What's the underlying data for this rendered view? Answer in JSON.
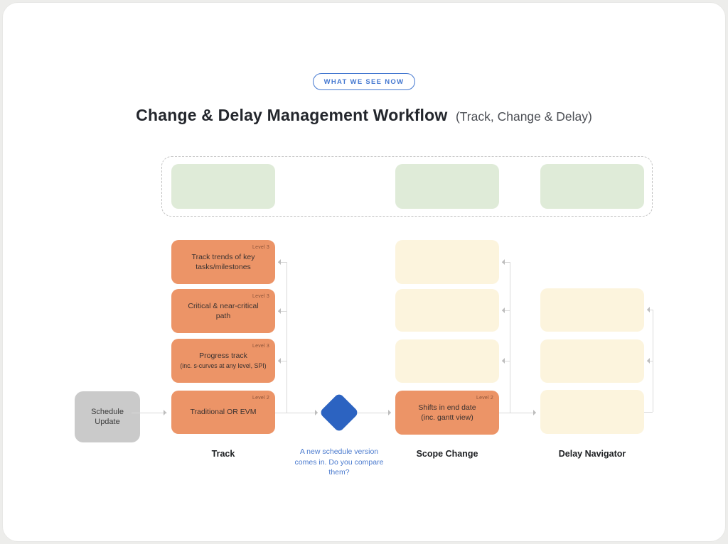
{
  "badge": {
    "label": "WHAT WE SEE NOW"
  },
  "title": {
    "main": "Change & Delay Management Workflow",
    "suffix": "(Track, Change & Delay)"
  },
  "start_node": {
    "label": "Schedule Update"
  },
  "decision": {
    "caption": "A new schedule version comes in. Do you compare them?"
  },
  "columns": [
    {
      "name": "Track",
      "boxes": [
        {
          "label": "Track trends of key tasks/milestones",
          "level": "Level 3",
          "type": "orange"
        },
        {
          "label": "Critical & near-critical path",
          "level": "Level 3",
          "type": "orange"
        },
        {
          "label": "Progress track",
          "sub": "(inc. s-curves at any level, SPI)",
          "level": "Level 3",
          "type": "orange"
        },
        {
          "label": "Traditional OR EVM",
          "level": "Level 2",
          "type": "orange"
        }
      ]
    },
    {
      "name": "Scope Change",
      "boxes": [
        {
          "label": "",
          "type": "cream"
        },
        {
          "label": "",
          "type": "cream"
        },
        {
          "label": "",
          "type": "cream"
        },
        {
          "label": "Shifts in end date",
          "sub": "(inc. gantt view)",
          "level": "Level 2",
          "type": "orange"
        }
      ]
    },
    {
      "name": "Delay Navigator",
      "boxes": [
        {
          "label": "",
          "type": "cream"
        },
        {
          "label": "",
          "type": "cream"
        },
        {
          "label": "",
          "type": "cream"
        }
      ]
    }
  ],
  "placeholder_row": {
    "count": 3
  },
  "colors": {
    "accent_blue": "#2c63c1",
    "badge_blue": "#4377d0",
    "caption_blue": "#4a7ace",
    "orange_box": "#ec9467",
    "cream_box": "#fcf4dd",
    "green_box": "#dfebd8",
    "gray_box": "#cacaca",
    "line_gray": "#d9d9d9"
  }
}
